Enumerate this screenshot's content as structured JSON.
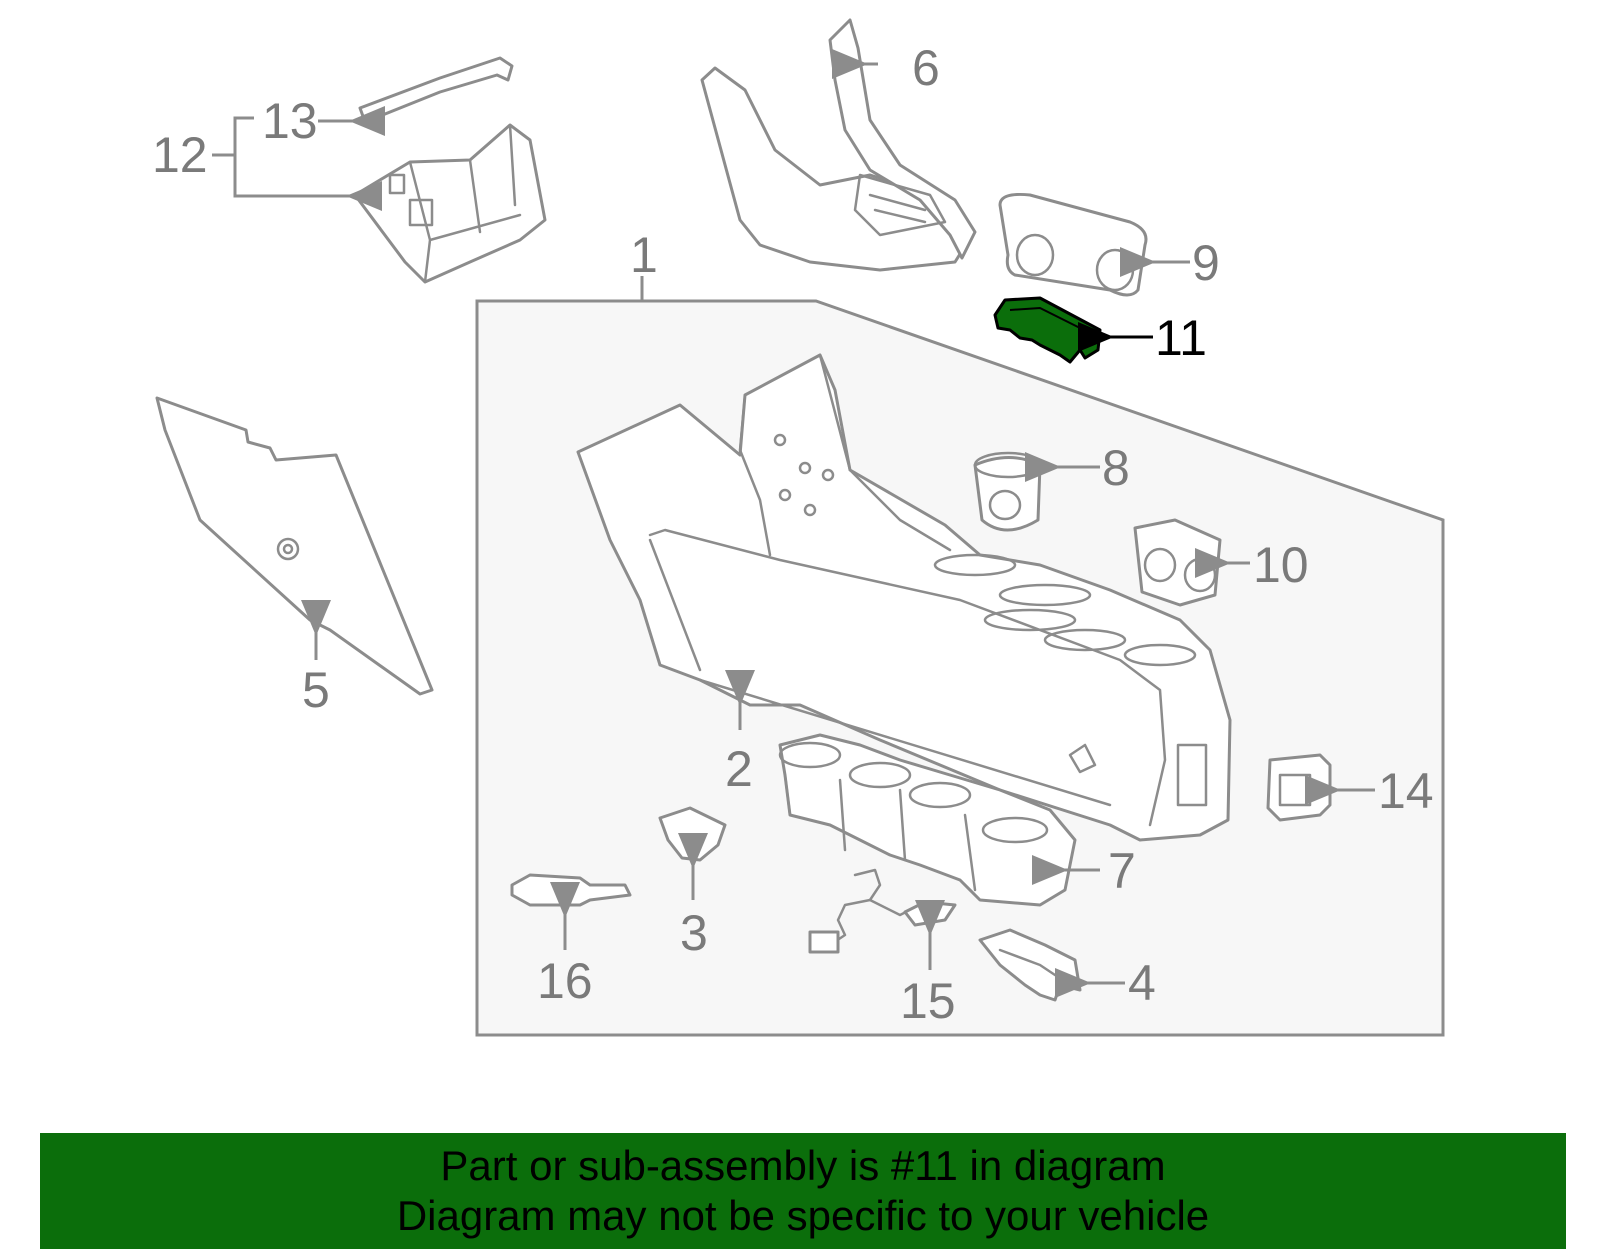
{
  "diagram": {
    "callouts": [
      "1",
      "2",
      "3",
      "4",
      "5",
      "6",
      "7",
      "8",
      "9",
      "10",
      "11",
      "12",
      "13",
      "14",
      "15",
      "16"
    ],
    "highlighted_part": "11",
    "highlight_color": "#0b6e0b",
    "line_color": "#8c8c8c",
    "assembly_box_fill": "#f7f7f7"
  },
  "banner": {
    "line1": "Part or sub-assembly is #11 in diagram",
    "line2": "Diagram may not be specific to your vehicle",
    "background": "#0b6e0b"
  }
}
